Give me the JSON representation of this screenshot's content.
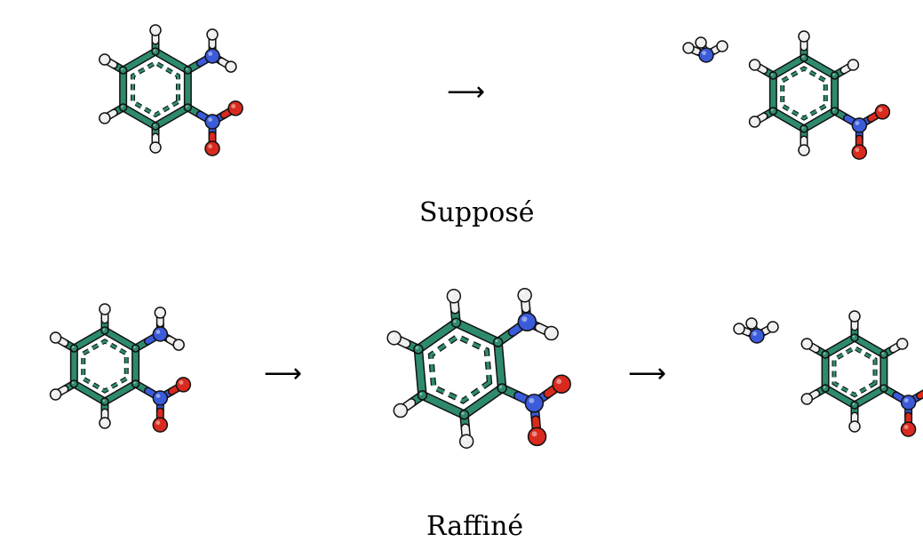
{
  "captions": {
    "supposed": "Supposé",
    "refined": "Raffiné"
  },
  "arrow_glyph": "⟶",
  "atom_colors": {
    "carbon": "#2e8a6e",
    "hydrogen": "#efefef",
    "nitrogen": "#3b5bd9",
    "oxygen": "#d82a1e",
    "outline": "#111111"
  },
  "rows": [
    {
      "name": "supposed",
      "frames": [
        "reactant",
        "products"
      ]
    },
    {
      "name": "refined",
      "frames": [
        "reactant",
        "intermediate",
        "products"
      ]
    }
  ]
}
